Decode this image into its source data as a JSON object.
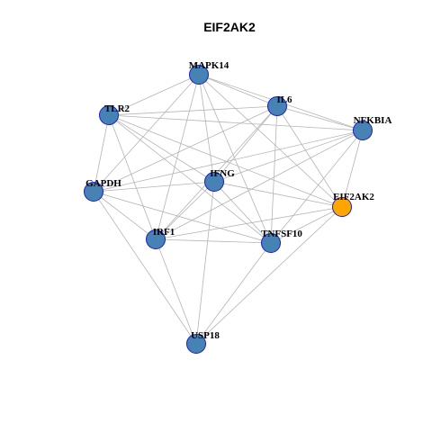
{
  "title": "EIF2AK2",
  "colors": {
    "node_default": "#4682b4",
    "node_highlight": "#ffa500",
    "node_border": "#1c1cc8",
    "edge": "#b4b4b4"
  },
  "nodes": [
    {
      "id": "MAPK14",
      "label": "MAPK14",
      "highlight": false
    },
    {
      "id": "TLR2",
      "label": "TLR2",
      "highlight": false
    },
    {
      "id": "IL6",
      "label": "IL6",
      "highlight": false
    },
    {
      "id": "NFKBIA",
      "label": "NFKBIA",
      "highlight": false
    },
    {
      "id": "IFNG",
      "label": "IFNG",
      "highlight": false
    },
    {
      "id": "GAPDH",
      "label": "GAPDH",
      "highlight": false
    },
    {
      "id": "EIF2AK2",
      "label": "EIF2AK2",
      "highlight": true
    },
    {
      "id": "IRF1",
      "label": "IRF1",
      "highlight": false
    },
    {
      "id": "TNFSF10",
      "label": "TNFSF10",
      "highlight": false
    },
    {
      "id": "USP18",
      "label": "USP18",
      "highlight": false
    }
  ],
  "edges": [
    [
      "MAPK14",
      "TLR2"
    ],
    [
      "MAPK14",
      "IL6"
    ],
    [
      "MAPK14",
      "NFKBIA"
    ],
    [
      "MAPK14",
      "IFNG"
    ],
    [
      "MAPK14",
      "GAPDH"
    ],
    [
      "MAPK14",
      "EIF2AK2"
    ],
    [
      "MAPK14",
      "IRF1"
    ],
    [
      "MAPK14",
      "TNFSF10"
    ],
    [
      "TLR2",
      "IL6"
    ],
    [
      "TLR2",
      "NFKBIA"
    ],
    [
      "TLR2",
      "IFNG"
    ],
    [
      "TLR2",
      "GAPDH"
    ],
    [
      "TLR2",
      "EIF2AK2"
    ],
    [
      "TLR2",
      "IRF1"
    ],
    [
      "TLR2",
      "TNFSF10"
    ],
    [
      "IL6",
      "NFKBIA"
    ],
    [
      "IL6",
      "IFNG"
    ],
    [
      "IL6",
      "GAPDH"
    ],
    [
      "IL6",
      "EIF2AK2"
    ],
    [
      "IL6",
      "IRF1"
    ],
    [
      "IL6",
      "TNFSF10"
    ],
    [
      "NFKBIA",
      "IFNG"
    ],
    [
      "NFKBIA",
      "GAPDH"
    ],
    [
      "NFKBIA",
      "EIF2AK2"
    ],
    [
      "NFKBIA",
      "IRF1"
    ],
    [
      "NFKBIA",
      "TNFSF10"
    ],
    [
      "IFNG",
      "GAPDH"
    ],
    [
      "IFNG",
      "EIF2AK2"
    ],
    [
      "IFNG",
      "IRF1"
    ],
    [
      "IFNG",
      "TNFSF10"
    ],
    [
      "IFNG",
      "USP18"
    ],
    [
      "GAPDH",
      "IRF1"
    ],
    [
      "GAPDH",
      "TNFSF10"
    ],
    [
      "GAPDH",
      "USP18"
    ],
    [
      "EIF2AK2",
      "IRF1"
    ],
    [
      "EIF2AK2",
      "TNFSF10"
    ],
    [
      "EIF2AK2",
      "USP18"
    ],
    [
      "IRF1",
      "TNFSF10"
    ],
    [
      "IRF1",
      "USP18"
    ],
    [
      "TNFSF10",
      "USP18"
    ]
  ]
}
